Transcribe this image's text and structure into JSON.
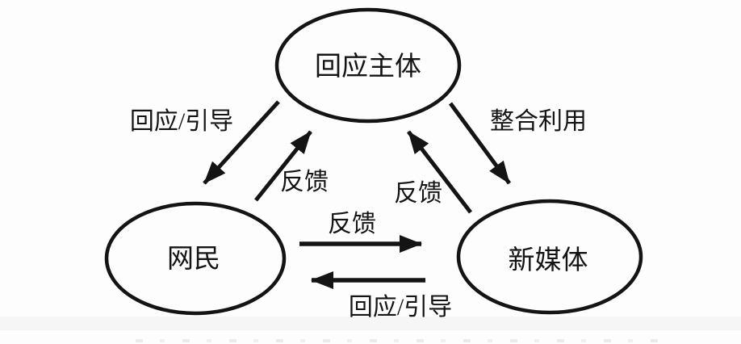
{
  "diagram": {
    "title": "",
    "type": "cycle-diagram",
    "colors": {
      "ink": "#141414",
      "background": "#fdfdfd",
      "scan_band": "#f4f4f4"
    },
    "nodes": [
      {
        "id": "response-subject",
        "label": "回应主体"
      },
      {
        "id": "netizens",
        "label": "网民"
      },
      {
        "id": "new-media",
        "label": "新媒体"
      }
    ],
    "edges": [
      {
        "from": "response-subject",
        "to": "netizens",
        "label": "回应/引导",
        "direction": "down-left"
      },
      {
        "from": "netizens",
        "to": "response-subject",
        "label": "反馈",
        "direction": "up-right"
      },
      {
        "from": "response-subject",
        "to": "new-media",
        "label": "整合利用",
        "direction": "down-right"
      },
      {
        "from": "new-media",
        "to": "response-subject",
        "label": "反馈",
        "direction": "up-left"
      },
      {
        "from": "netizens",
        "to": "new-media",
        "label": "反馈",
        "direction": "right"
      },
      {
        "from": "new-media",
        "to": "netizens",
        "label": "回应/引导",
        "direction": "left"
      }
    ]
  }
}
